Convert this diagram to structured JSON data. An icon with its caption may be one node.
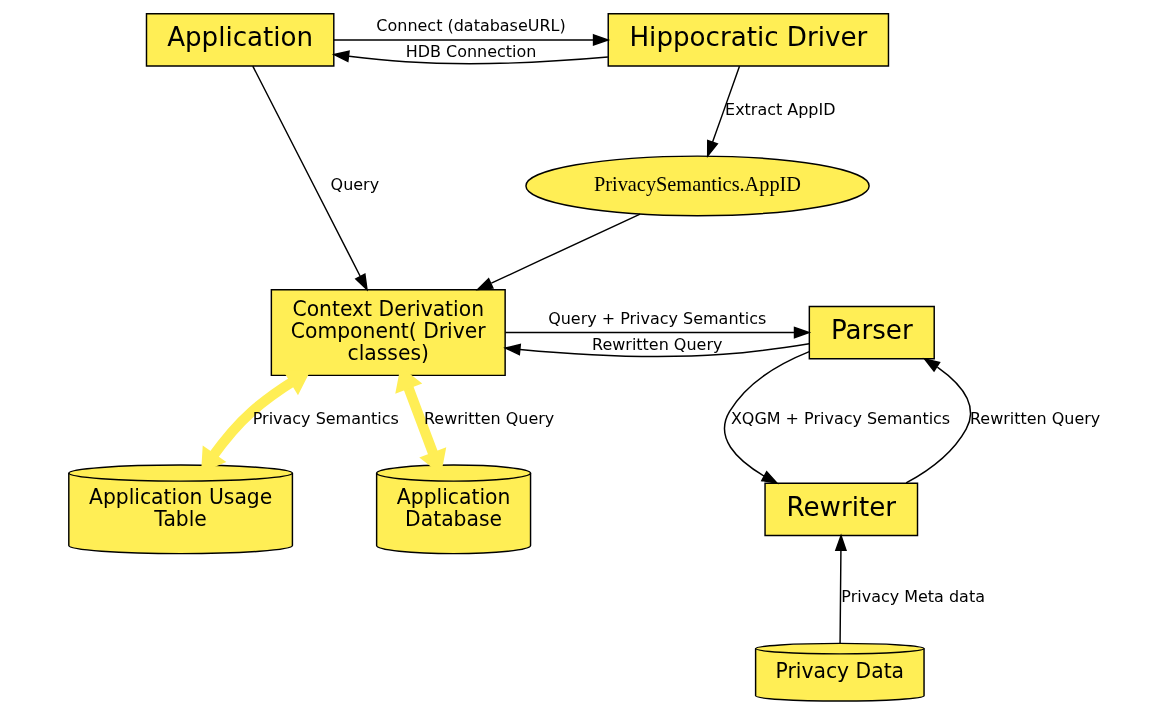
{
  "diagram": {
    "nodes": [
      {
        "text": [
          "Application"
        ]
      },
      {
        "text": [
          "Hippocratic Driver"
        ]
      },
      {
        "text": [
          "PrivacySemantics.AppID"
        ]
      },
      {
        "text": [
          "Context Derivation Component( Driver classes)"
        ]
      },
      {
        "text": [
          "Parser"
        ]
      },
      {
        "text": [
          "Rewriter"
        ]
      },
      {
        "text": [
          "Application Usage Table"
        ]
      },
      {
        "text": [
          "Application Database"
        ]
      },
      {
        "text": [
          "Privacy Data"
        ]
      }
    ],
    "edges": [
      {
        "from": 0,
        "to": 1,
        "arrow": "to",
        "label": "Connect (databaseURL)"
      },
      {
        "from": 1,
        "to": 0,
        "arrow": "to",
        "label": "HDB Connection"
      },
      {
        "from": 1,
        "to": 2,
        "arrow": "to",
        "label": "Extract AppID"
      },
      {
        "from": 0,
        "to": 3,
        "arrow": "to",
        "label": "Query"
      },
      {
        "from": 2,
        "to": 3,
        "arrow": "to"
      },
      {
        "from": 3,
        "to": 4,
        "arrow": "to",
        "label": "Query + Privacy Semantics"
      },
      {
        "from": 4,
        "to": 3,
        "arrow": "to",
        "label": "Rewritten Query"
      },
      {
        "from": 3,
        "to": 6,
        "arrow": "both",
        "style": "thick",
        "color": "#ffee55",
        "label": "Privacy Semantics"
      },
      {
        "from": 3,
        "to": 7,
        "arrow": "both",
        "style": "thick",
        "color": "#ffee55",
        "label": "Rewritten Query"
      },
      {
        "from": 4,
        "to": 5,
        "arrow": "to",
        "label": "XQGM + Privacy Semantics"
      },
      {
        "from": 5,
        "to": 4,
        "arrow": "to",
        "label": "Rewritten Query"
      },
      {
        "from": 8,
        "to": 5,
        "arrow": "to",
        "label": "Privacy Meta data"
      }
    ]
  }
}
